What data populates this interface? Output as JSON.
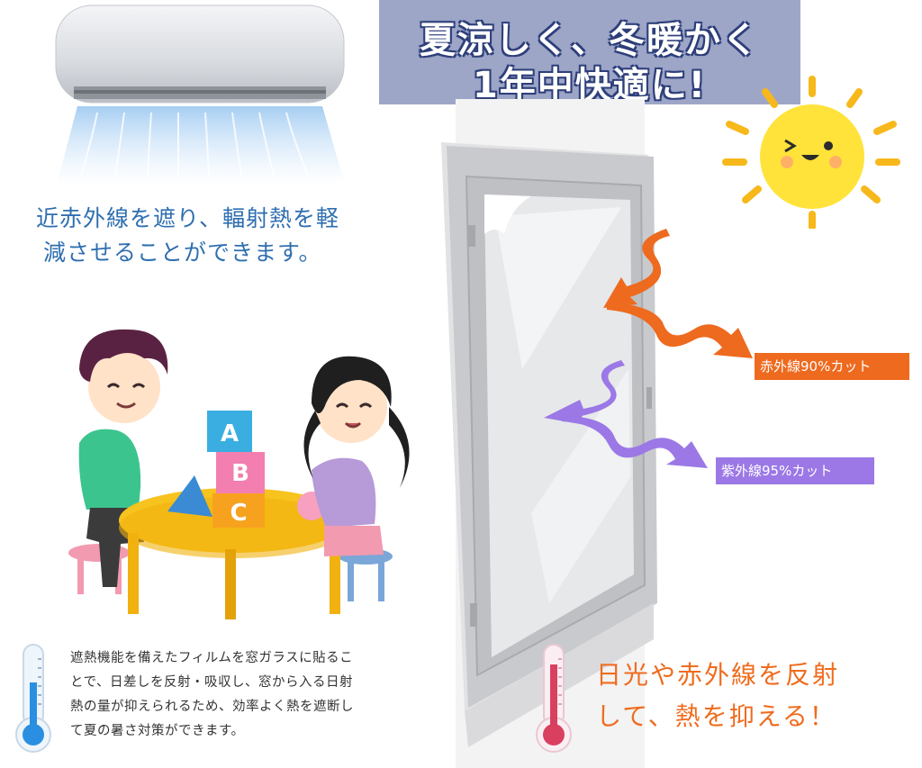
{
  "banner": {
    "line1": "夏涼しく、冬暖かく",
    "line2": "1年中快適に!"
  },
  "tagline": {
    "line1": "近赤外線を遮り、輻射熱を軽",
    "line2": "減させることができます。"
  },
  "blocks": {
    "a": "A",
    "b": "B",
    "c": "C"
  },
  "labels": {
    "infrared": "赤外線90%カット",
    "ultraviolet": "紫外線95%カット"
  },
  "description": {
    "line1": "遮熱機能を備えたフィルムを窓ガラスに貼るこ",
    "line2": "とで、日差しを反射・吸収し、窓から入る日射",
    "line3": "熱の量が抑えられるため、効率よく熱を遮断し",
    "line4": "て夏の暑さ対策ができます。"
  },
  "reflect": {
    "line1": "日光や赤外線を反射",
    "line2": "して、熱を抑える！"
  },
  "colors": {
    "banner_bg": "#9ea6c8",
    "tagline_blue": "#2f6fb0",
    "infrared_orange": "#ee6a1e",
    "uv_purple": "#9b78e6",
    "sun_yellow": "#ffe33a",
    "thermometer_cold": "#2a8fe0",
    "thermometer_hot": "#d94060"
  },
  "icons": [
    "air-conditioner-icon",
    "sun-icon",
    "window-icon",
    "cold-thermometer-icon",
    "hot-thermometer-icon"
  ]
}
